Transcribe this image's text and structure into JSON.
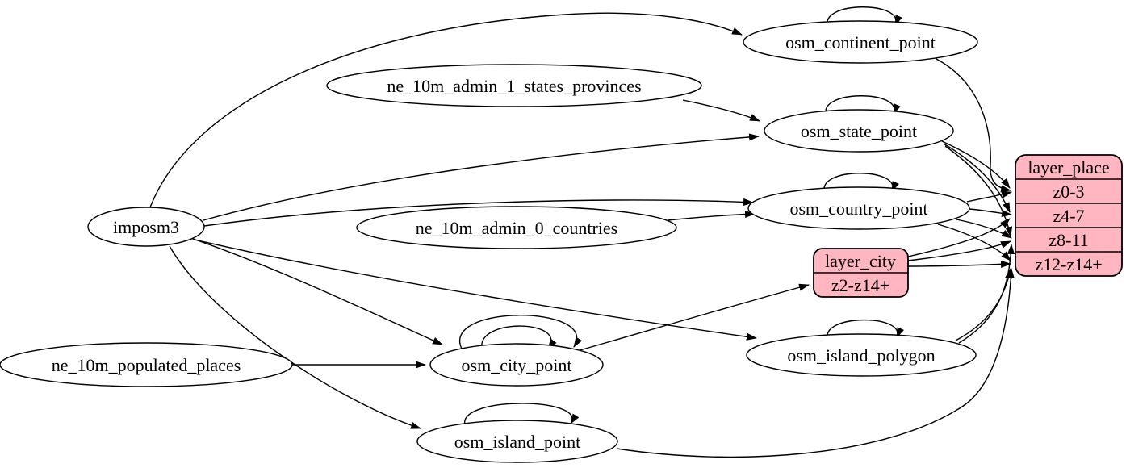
{
  "diagram": {
    "type": "graphviz-etl-dataflow",
    "colors": {
      "background": "#ffffff",
      "ellipse_fill": "#ffffff",
      "record_fill": "#ffb6c1",
      "stroke": "#000000"
    },
    "nodes": {
      "imposm3": "imposm3",
      "ne_10m_admin_1_states_provinces": "ne_10m_admin_1_states_provinces",
      "ne_10m_admin_0_countries": "ne_10m_admin_0_countries",
      "ne_10m_populated_places": "ne_10m_populated_places",
      "osm_continent_point": "osm_continent_point",
      "osm_state_point": "osm_state_point",
      "osm_country_point": "osm_country_point",
      "osm_city_point": "osm_city_point",
      "osm_island_polygon": "osm_island_polygon",
      "osm_island_point": "osm_island_point"
    },
    "records": {
      "layer_city": {
        "title": "layer_city",
        "rows": [
          "z2-z14+"
        ]
      },
      "layer_place": {
        "title": "layer_place",
        "rows": [
          "z0-3",
          "z4-7",
          "z8-11",
          "z12-z14+"
        ]
      }
    },
    "edges": [
      {
        "from": "imposm3",
        "to": "osm_continent_point"
      },
      {
        "from": "imposm3",
        "to": "osm_state_point"
      },
      {
        "from": "imposm3",
        "to": "osm_country_point"
      },
      {
        "from": "imposm3",
        "to": "osm_city_point"
      },
      {
        "from": "imposm3",
        "to": "osm_island_polygon"
      },
      {
        "from": "imposm3",
        "to": "osm_island_point"
      },
      {
        "from": "ne_10m_admin_1_states_provinces",
        "to": "osm_state_point"
      },
      {
        "from": "ne_10m_admin_0_countries",
        "to": "osm_country_point"
      },
      {
        "from": "ne_10m_populated_places",
        "to": "osm_city_point"
      },
      {
        "from": "osm_continent_point",
        "to": "osm_continent_point"
      },
      {
        "from": "osm_state_point",
        "to": "osm_state_point"
      },
      {
        "from": "osm_country_point",
        "to": "osm_country_point"
      },
      {
        "from": "osm_city_point",
        "to": "osm_city_point"
      },
      {
        "from": "osm_city_point",
        "to": "osm_city_point"
      },
      {
        "from": "osm_island_polygon",
        "to": "osm_island_polygon"
      },
      {
        "from": "osm_island_point",
        "to": "osm_island_point"
      },
      {
        "from": "osm_continent_point",
        "to": "layer_place:z0-3"
      },
      {
        "from": "osm_state_point",
        "to": "layer_place:z0-3"
      },
      {
        "from": "osm_state_point",
        "to": "layer_place:z4-7"
      },
      {
        "from": "osm_state_point",
        "to": "layer_place:z8-11"
      },
      {
        "from": "osm_country_point",
        "to": "layer_place:z0-3"
      },
      {
        "from": "osm_country_point",
        "to": "layer_place:z4-7"
      },
      {
        "from": "osm_country_point",
        "to": "layer_place:z8-11"
      },
      {
        "from": "osm_country_point",
        "to": "layer_place:z12-z14+"
      },
      {
        "from": "osm_city_point",
        "to": "layer_city:z2-z14+"
      },
      {
        "from": "layer_city",
        "to": "layer_place:z4-7"
      },
      {
        "from": "layer_city",
        "to": "layer_place:z8-11"
      },
      {
        "from": "layer_city",
        "to": "layer_place:z12-z14+"
      },
      {
        "from": "osm_island_polygon",
        "to": "layer_place:z8-11"
      },
      {
        "from": "osm_island_polygon",
        "to": "layer_place:z12-z14+"
      },
      {
        "from": "osm_island_point",
        "to": "layer_place:z12-z14+"
      }
    ]
  }
}
